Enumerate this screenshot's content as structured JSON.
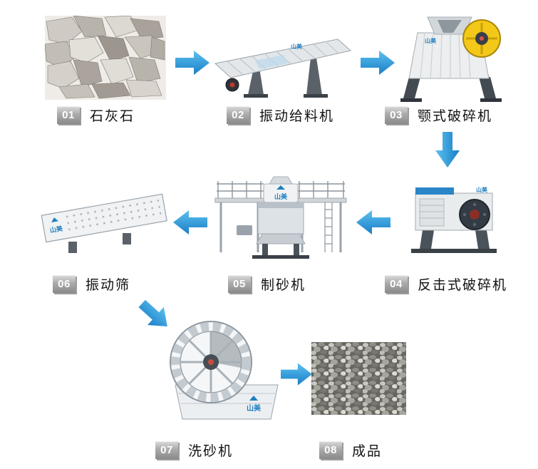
{
  "brand": "山美",
  "colors": {
    "arrow_light": "#5cc0f0",
    "arrow_dark": "#1a7ec6",
    "badge_top": "#dcdcdc",
    "badge_bottom": "#8a8a8a",
    "logo_blue": "#1f7fc0",
    "flywheel_yellow": "#f3c818"
  },
  "steps": [
    {
      "num": "01",
      "label": "石灰石"
    },
    {
      "num": "02",
      "label": "振动给料机"
    },
    {
      "num": "03",
      "label": "颚式破碎机"
    },
    {
      "num": "04",
      "label": "反击式破碎机"
    },
    {
      "num": "05",
      "label": "制砂机"
    },
    {
      "num": "06",
      "label": "振动筛"
    },
    {
      "num": "07",
      "label": "洗砂机"
    },
    {
      "num": "08",
      "label": "成品"
    }
  ],
  "arrows": [
    {
      "from": "01",
      "to": "02",
      "direction": "right"
    },
    {
      "from": "02",
      "to": "03",
      "direction": "right"
    },
    {
      "from": "03",
      "to": "04",
      "direction": "down"
    },
    {
      "from": "04",
      "to": "05",
      "direction": "left"
    },
    {
      "from": "05",
      "to": "06",
      "direction": "left"
    },
    {
      "from": "06",
      "to": "07",
      "direction": "down-right"
    },
    {
      "from": "07",
      "to": "08",
      "direction": "right"
    }
  ]
}
